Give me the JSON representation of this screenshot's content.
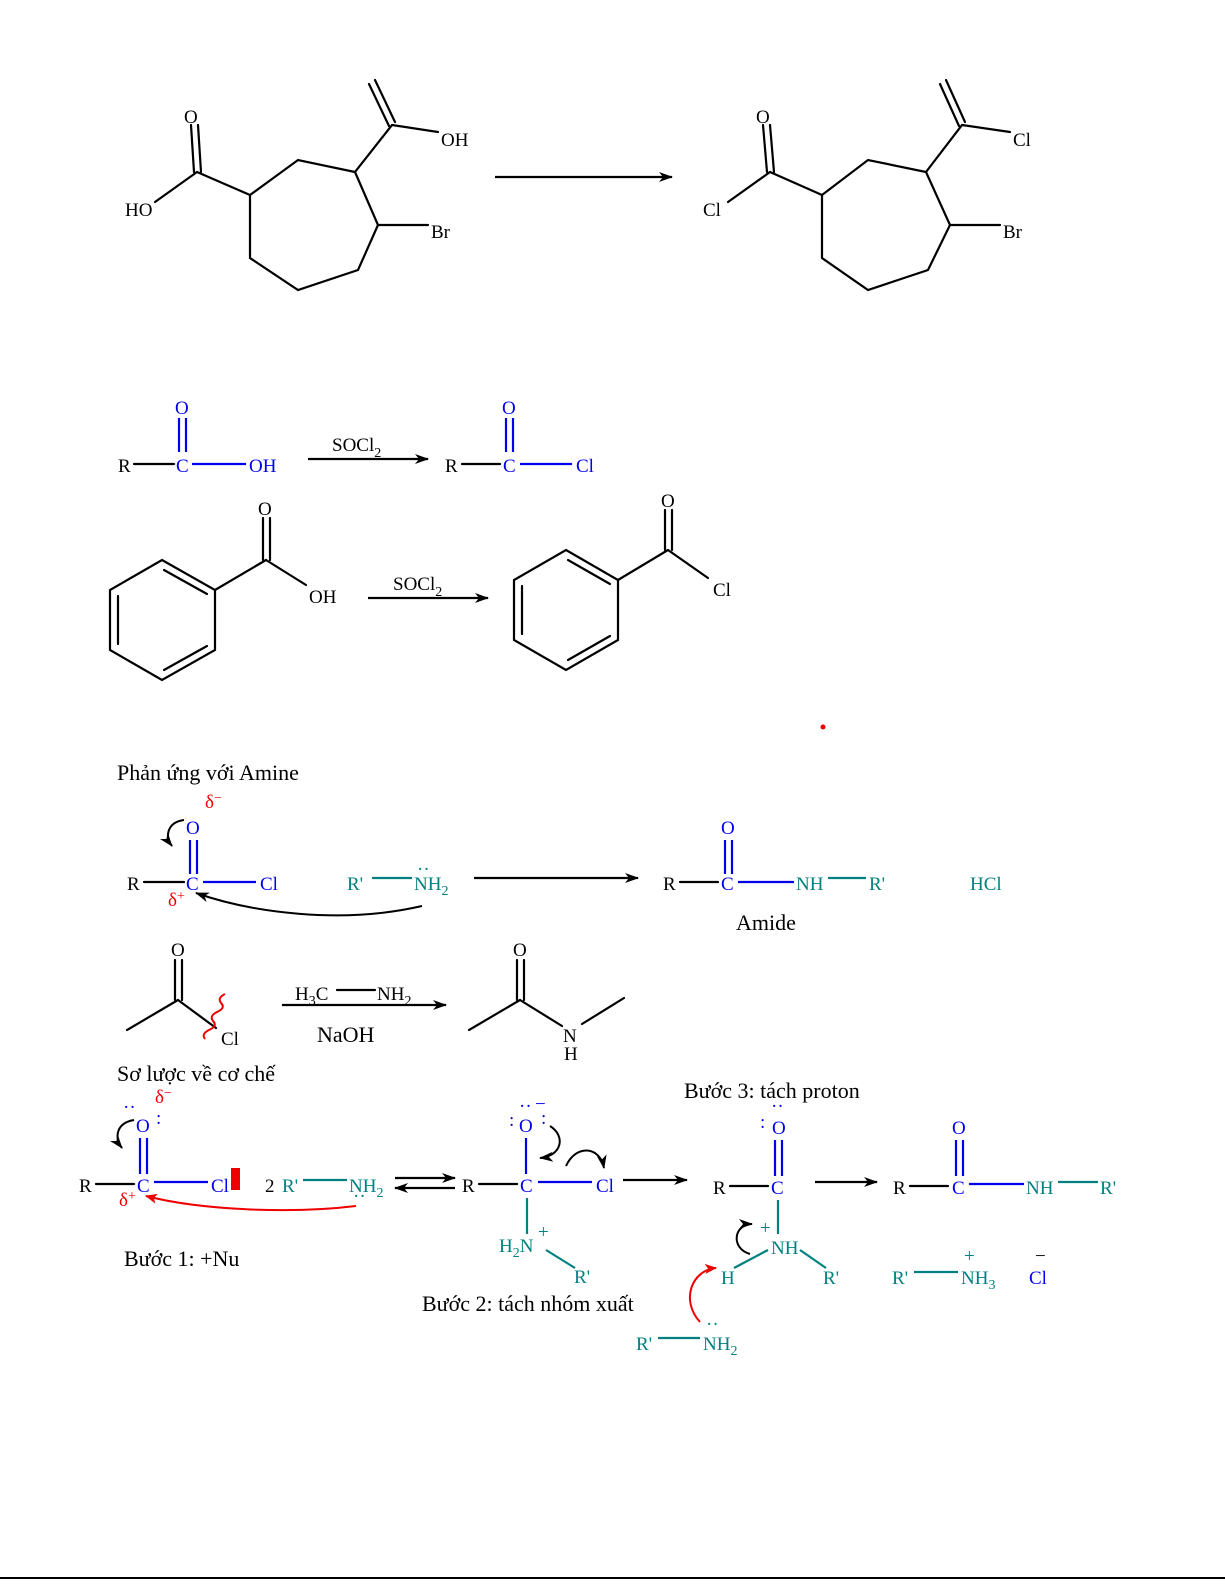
{
  "labels": {
    "oh": "OH",
    "ho": "HO",
    "o": "O",
    "cl": "Cl",
    "br": "Br",
    "r": "R",
    "c": "C",
    "rp": "R'",
    "nh": "NH",
    "n": "N",
    "h": "H",
    "two": "2",
    "plus": "+",
    "minus": "−"
  },
  "reagents": {
    "socl2_main": "SOCl",
    "sub2": "2",
    "naoh": "NaOH",
    "h3c_h": "H",
    "h3c_c": "C",
    "nh2_n": "NH",
    "h2n": "H",
    "nh3": "NH",
    "sub3": "3"
  },
  "text": {
    "section_amine": "Phản ứng với Amine",
    "amide": "Amide",
    "hcl": "HCl",
    "section_mechanism": "Sơ lược về cơ chế",
    "step1": "Bước 1: +Nu",
    "step2": "Bước 2: tách nhóm xuất",
    "step3": "Bước 3: tách proton",
    "delta_minus": "δ",
    "delta_plus": "δ",
    "dminus_sup": "−",
    "dplus_sup": "+",
    "lone_pair": ":",
    "dots": "··"
  },
  "colors": {
    "carbonyl": "#0000ee",
    "amine": "#008080",
    "charge": "#ee0000",
    "bond": "#000000"
  }
}
